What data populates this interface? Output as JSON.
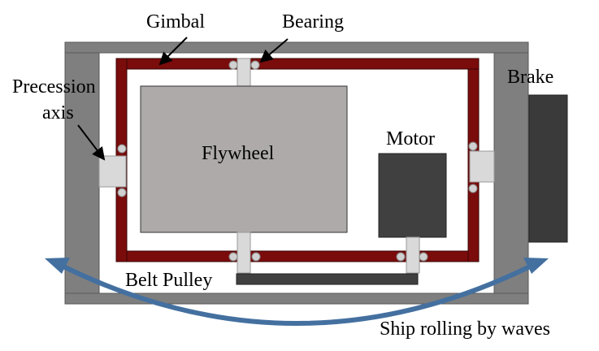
{
  "labels": {
    "gimbal": "Gimbal",
    "bearing": "Bearing",
    "precession_line1": "Precession",
    "precession_line2": "axis",
    "brake": "Brake",
    "flywheel": "Flywheel",
    "motor": "Motor",
    "belt_pulley": "Belt Pulley",
    "ship_rolling": "Ship rolling by waves"
  },
  "colors": {
    "frame": "#7f7f7f",
    "frame_outline": "#595959",
    "gimbal": "#7b0c0c",
    "flywheel": "#aeaaaa",
    "motor": "#404040",
    "brake": "#3a3a3a",
    "shaft": "#d9d9d9",
    "belt": "#404040",
    "arrow": "#4470a0",
    "bearing": "#d0d0d0"
  }
}
